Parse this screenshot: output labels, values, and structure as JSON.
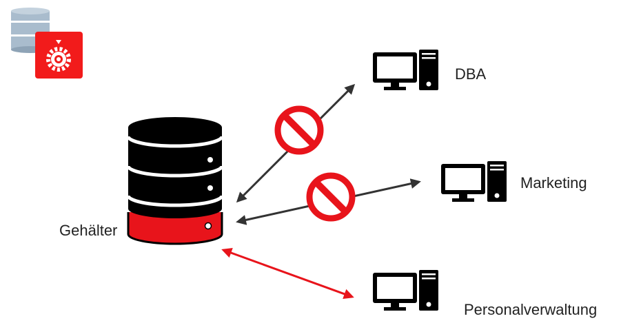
{
  "labels": {
    "database": "Gehälter",
    "dba": "DBA",
    "marketing": "Marketing",
    "personnel": "Personalverwaltung"
  },
  "colors": {
    "denied_arrow": "#333333",
    "allowed_arrow": "#e8141b",
    "prohibited_sign": "#e8141b",
    "database_body": "#000000",
    "database_highlight": "#e8141b",
    "computer": "#000000",
    "badge_background": "#f21b1b",
    "stack_icon": "#9fb2c4"
  },
  "connections": [
    {
      "to": "dba",
      "access": "denied"
    },
    {
      "to": "marketing",
      "access": "denied"
    },
    {
      "to": "personnel",
      "access": "allowed"
    }
  ],
  "icons": {
    "database": "database-stack-icon",
    "computer": "desktop-computer-icon",
    "denied": "prohibited-icon",
    "corner_logo": "database-gear-logo"
  }
}
